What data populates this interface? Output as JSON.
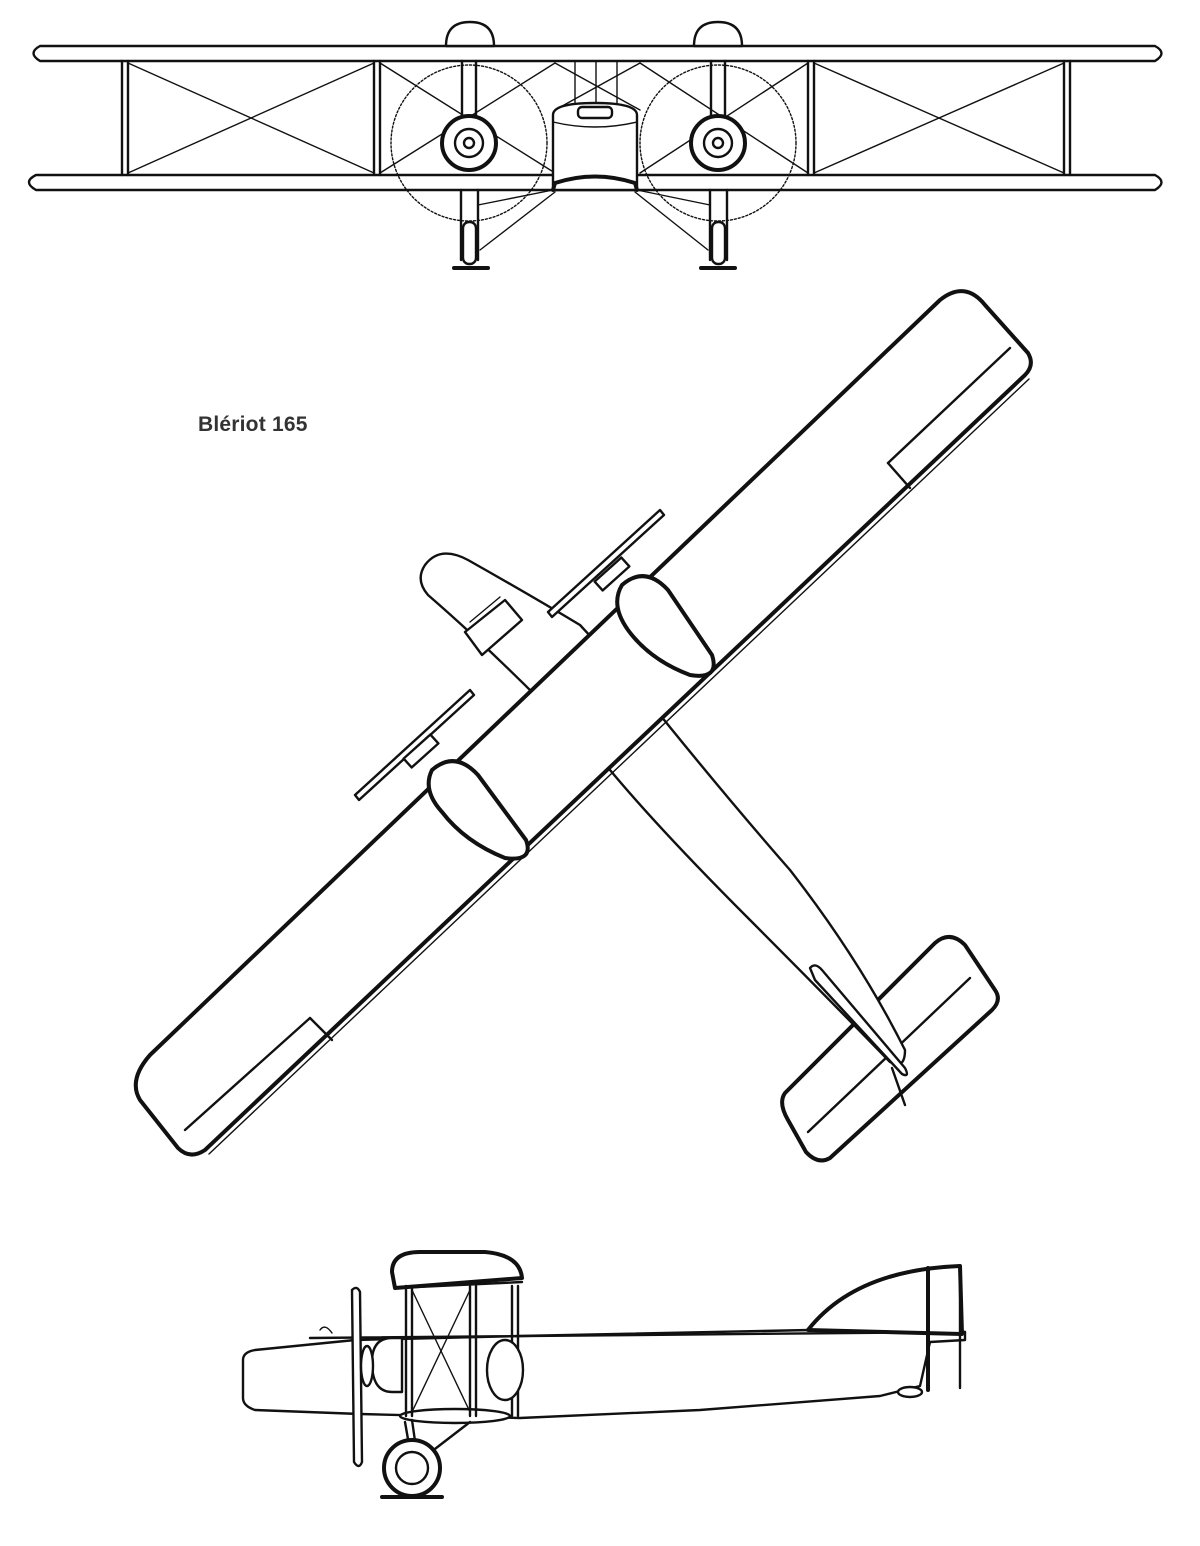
{
  "drawing": {
    "title": "Blériot 165",
    "ink_color": "#111111",
    "paper_color": "#ffffff",
    "label_color": "#333333",
    "views": [
      "front-view",
      "plan-view",
      "side-view"
    ]
  }
}
